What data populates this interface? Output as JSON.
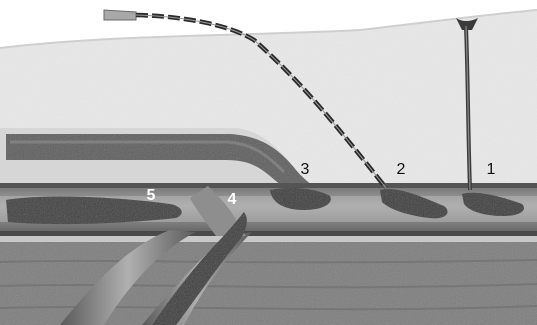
{
  "figure": {
    "colors": {
      "background": "#ffffff",
      "skin": "#ebebeb",
      "fat": "#bcbcbc",
      "upper_vessel": "#626262",
      "main_vein_band": "#7a7a7a",
      "main_vein_core": "#9c9c9c",
      "lower_tissue": "#7e7e7e",
      "thrombus": "#3c3c3c",
      "needle": "#2a2a2a",
      "label_dark": "#111111",
      "label_light": "#ffffff"
    },
    "labels": [
      {
        "id": "1",
        "text": "1",
        "color": "label_dark",
        "bold": false
      },
      {
        "id": "2",
        "text": "2",
        "color": "label_dark",
        "bold": false
      },
      {
        "id": "3",
        "text": "3",
        "color": "label_dark",
        "bold": false
      },
      {
        "id": "4",
        "text": "4",
        "color": "label_light",
        "bold": true
      },
      {
        "id": "5",
        "text": "5",
        "color": "label_light",
        "bold": true
      }
    ],
    "icons": [
      "catheter-needle-icon",
      "incision-icon"
    ]
  }
}
